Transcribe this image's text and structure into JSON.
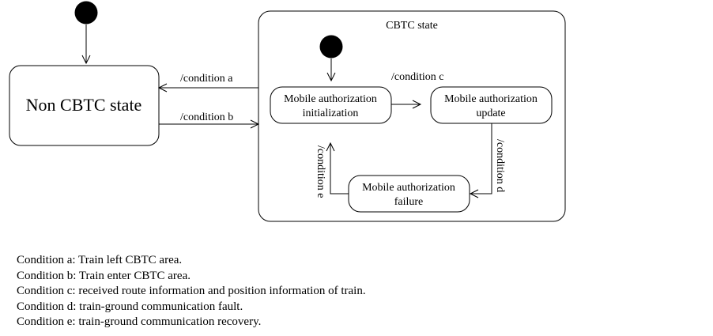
{
  "states": {
    "non_cbtc": "Non CBTC state",
    "cbtc": "CBTC state",
    "ma_init": [
      "Mobile authorization",
      "initialization"
    ],
    "ma_update": [
      "Mobile authorization",
      "update"
    ],
    "ma_failure": [
      "Mobile authorization",
      "failure"
    ]
  },
  "transitions": {
    "a": "/condition a",
    "b": "/condition b",
    "c": "/condition c",
    "d": "/condition d",
    "e": "/condition e"
  },
  "legend": [
    "Condition a: Train left CBTC area.",
    "Condition b: Train enter CBTC area.",
    "Condition c: received route information and position information of train.",
    "Condition d: train-ground communication fault.",
    "Condition e: train-ground communication recovery."
  ],
  "colors": {
    "stroke": "#000000",
    "initial_node": "#000000",
    "background": "#ffffff"
  }
}
